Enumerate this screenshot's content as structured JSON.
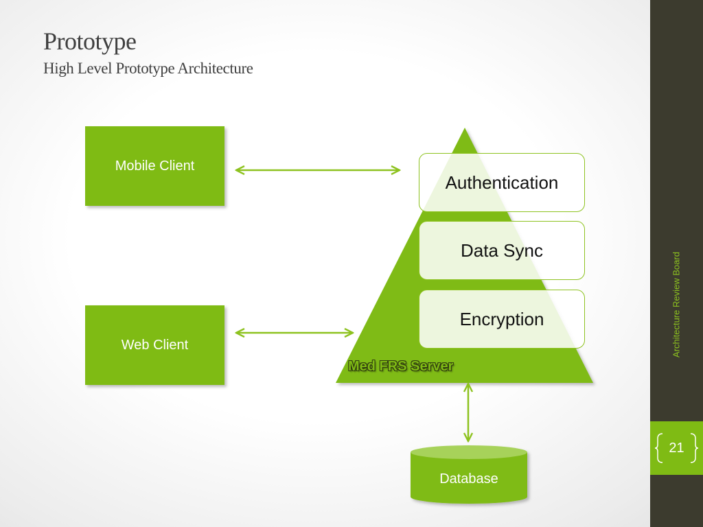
{
  "title": "Prototype",
  "subtitle": "High Level Prototype Architecture",
  "clients": {
    "mobile": "Mobile Client",
    "web": "Web Client"
  },
  "server": {
    "label": "Med FRS Server",
    "layers": [
      "Authentication",
      "Data Sync",
      "Encryption"
    ]
  },
  "database": "Database",
  "sidebar": {
    "text": "Architecture Review Board",
    "page_number": "21"
  },
  "colors": {
    "accent_green": "#7fbb14",
    "sidebar_dark": "#3c3b2e",
    "title_text": "#3f3f3f"
  }
}
